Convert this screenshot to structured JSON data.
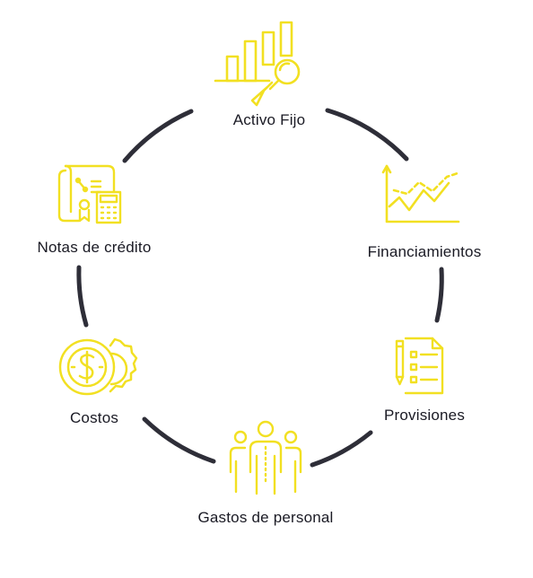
{
  "colors": {
    "ring": "#2e2e38",
    "icon": "#f2e022",
    "text": "#1a1a24",
    "background": "#ffffff"
  },
  "nodes": [
    {
      "id": "activo-fijo",
      "label": "Activo Fijo",
      "icon": "bar-chart-magnifier-icon"
    },
    {
      "id": "financiamientos",
      "label": "Financiamientos",
      "icon": "trend-line-chart-icon"
    },
    {
      "id": "provisiones",
      "label": "Provisiones",
      "icon": "checklist-clipboard-icon"
    },
    {
      "id": "gastos-de-personal",
      "label": "Gastos de personal",
      "icon": "people-group-icon"
    },
    {
      "id": "costos",
      "label": "Costos",
      "icon": "coin-gear-icon"
    },
    {
      "id": "notas-de-credito",
      "label": "Notas de crédito",
      "icon": "receipt-calculator-icon"
    }
  ]
}
